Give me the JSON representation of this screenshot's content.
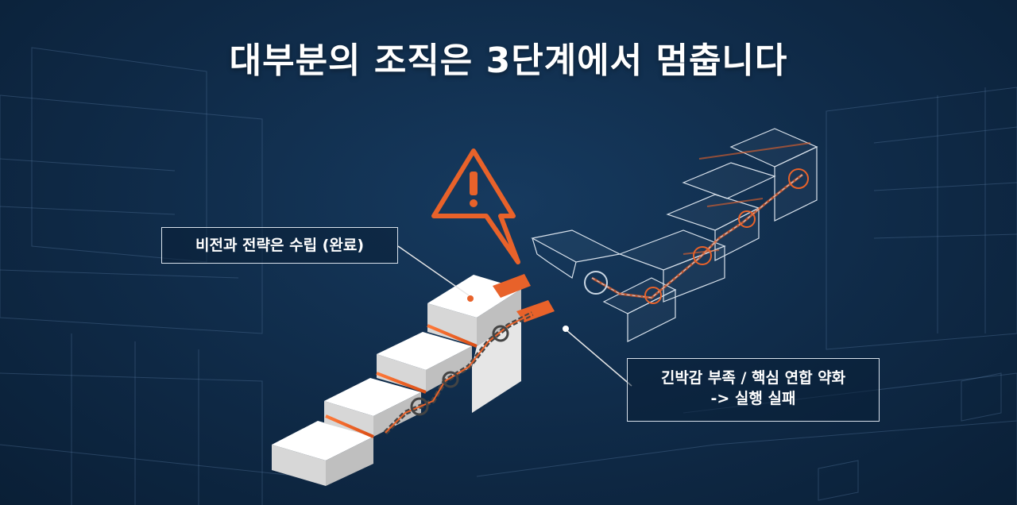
{
  "title": "대부분의 조직은 3단계에서 멈춥니다",
  "callouts": {
    "left": "비전과 전략은 수립 (완료)",
    "right_line1": "긴박감 부족 / 핵심 연합 약화",
    "right_line2": "-> 실행 실패"
  },
  "icons": {
    "warning": "warning-triangle-icon"
  },
  "colors": {
    "background": "#0f2a47",
    "accent_orange": "#e8622a",
    "wireframe": "#7fa0c0",
    "block_white": "#f2f2f2"
  }
}
